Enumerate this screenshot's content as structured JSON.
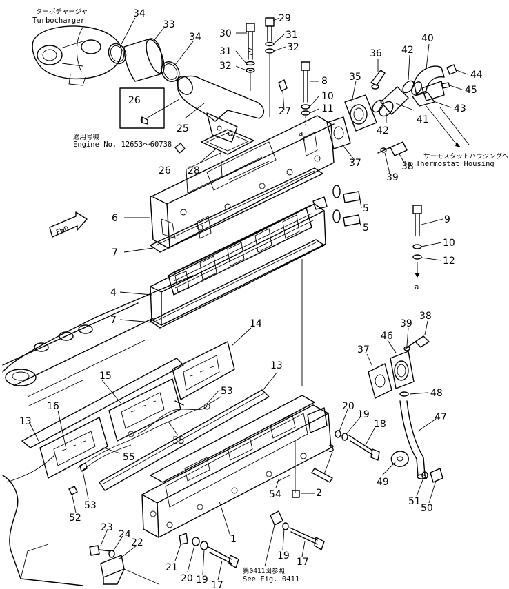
{
  "annotations": {
    "turbo_jp": "ターボチャージャ",
    "turbo_en": "Turbocharger",
    "engine_jp": "適用号機",
    "engine_en": "Engine No. 12653～60738",
    "thermo_jp": "サーモスタットハウジングへ",
    "thermo_en": "To Thermostat Housing",
    "fig_jp": "第0411図参照",
    "fig_en": "See Fig. 0411",
    "fwd": "FWD",
    "ref_a_top": "a",
    "ref_a_bottom": "a"
  },
  "parts": [
    {
      "id": "p34a",
      "label": "34"
    },
    {
      "id": "p33",
      "label": "33"
    },
    {
      "id": "p34b",
      "label": "34"
    },
    {
      "id": "p30",
      "label": "30"
    },
    {
      "id": "p29",
      "label": "29"
    },
    {
      "id": "p31a",
      "label": "31"
    },
    {
      "id": "p32a",
      "label": "32"
    },
    {
      "id": "p31b",
      "label": "31"
    },
    {
      "id": "p32b",
      "label": "32"
    },
    {
      "id": "p36",
      "label": "36"
    },
    {
      "id": "p42a",
      "label": "42"
    },
    {
      "id": "p40",
      "label": "40"
    },
    {
      "id": "p44",
      "label": "44"
    },
    {
      "id": "p45",
      "label": "45"
    },
    {
      "id": "p35",
      "label": "35"
    },
    {
      "id": "p8",
      "label": "8"
    },
    {
      "id": "p10a",
      "label": "10"
    },
    {
      "id": "p11",
      "label": "11"
    },
    {
      "id": "p27",
      "label": "27"
    },
    {
      "id": "p26a",
      "label": "26"
    },
    {
      "id": "p25",
      "label": "25"
    },
    {
      "id": "p26b",
      "label": "26"
    },
    {
      "id": "p28",
      "label": "28"
    },
    {
      "id": "p42b",
      "label": "42"
    },
    {
      "id": "p41",
      "label": "41"
    },
    {
      "id": "p43",
      "label": "43"
    },
    {
      "id": "p37a",
      "label": "37"
    },
    {
      "id": "p38a",
      "label": "38"
    },
    {
      "id": "p39a",
      "label": "39"
    },
    {
      "id": "p5a",
      "label": "5"
    },
    {
      "id": "p5b",
      "label": "5"
    },
    {
      "id": "p6",
      "label": "6"
    },
    {
      "id": "p9",
      "label": "9"
    },
    {
      "id": "p7a",
      "label": "7"
    },
    {
      "id": "p10b",
      "label": "10"
    },
    {
      "id": "p12",
      "label": "12"
    },
    {
      "id": "p4",
      "label": "4"
    },
    {
      "id": "p7b",
      "label": "7"
    },
    {
      "id": "p39b",
      "label": "39"
    },
    {
      "id": "p38b",
      "label": "38"
    },
    {
      "id": "p14",
      "label": "14"
    },
    {
      "id": "p46",
      "label": "46"
    },
    {
      "id": "p37b",
      "label": "37"
    },
    {
      "id": "p13a",
      "label": "13"
    },
    {
      "id": "p15",
      "label": "15"
    },
    {
      "id": "p53a",
      "label": "53"
    },
    {
      "id": "p48",
      "label": "48"
    },
    {
      "id": "p16",
      "label": "16"
    },
    {
      "id": "p13b",
      "label": "13"
    },
    {
      "id": "p20a",
      "label": "20"
    },
    {
      "id": "p19a",
      "label": "19"
    },
    {
      "id": "p47",
      "label": "47"
    },
    {
      "id": "p18",
      "label": "18"
    },
    {
      "id": "p55a",
      "label": "55"
    },
    {
      "id": "p55b",
      "label": "55"
    },
    {
      "id": "p3",
      "label": "3"
    },
    {
      "id": "p49",
      "label": "49"
    },
    {
      "id": "p53b",
      "label": "53"
    },
    {
      "id": "p54",
      "label": "54"
    },
    {
      "id": "p2",
      "label": "2"
    },
    {
      "id": "p52",
      "label": "52"
    },
    {
      "id": "p51",
      "label": "51"
    },
    {
      "id": "p50",
      "label": "50"
    },
    {
      "id": "p1",
      "label": "1"
    },
    {
      "id": "p23",
      "label": "23"
    },
    {
      "id": "p24",
      "label": "24"
    },
    {
      "id": "p22",
      "label": "22"
    },
    {
      "id": "p19b",
      "label": "19"
    },
    {
      "id": "p17a",
      "label": "17"
    },
    {
      "id": "p21",
      "label": "21"
    },
    {
      "id": "p20b",
      "label": "20"
    },
    {
      "id": "p19c",
      "label": "19"
    },
    {
      "id": "p17b",
      "label": "17"
    }
  ]
}
